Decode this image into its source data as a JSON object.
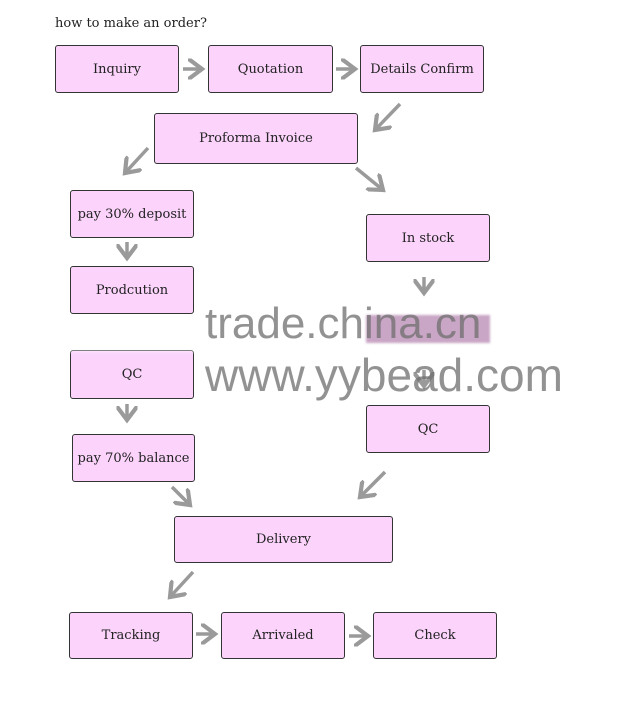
{
  "title": "how to make an order?",
  "steps": {
    "inquiry": "Inquiry",
    "quotation": "Quotation",
    "details_confirm": "Details Confirm",
    "proforma_invoice": "Proforma Invoice",
    "deposit": "pay 30% deposit",
    "in_stock": "In stock",
    "production": "Prodcution",
    "qc_left": "QC",
    "qc_right": "QC",
    "balance": "pay 70% balance",
    "delivery": "Delivery",
    "tracking": "Tracking",
    "arrivaled": "Arrivaled",
    "check": "Check"
  },
  "watermarks": {
    "line1": "trade.china.cn",
    "line2": "www.yybead.com"
  },
  "colors": {
    "box_fill": "#fbd3fb",
    "arrow": "#9a9a9a"
  }
}
